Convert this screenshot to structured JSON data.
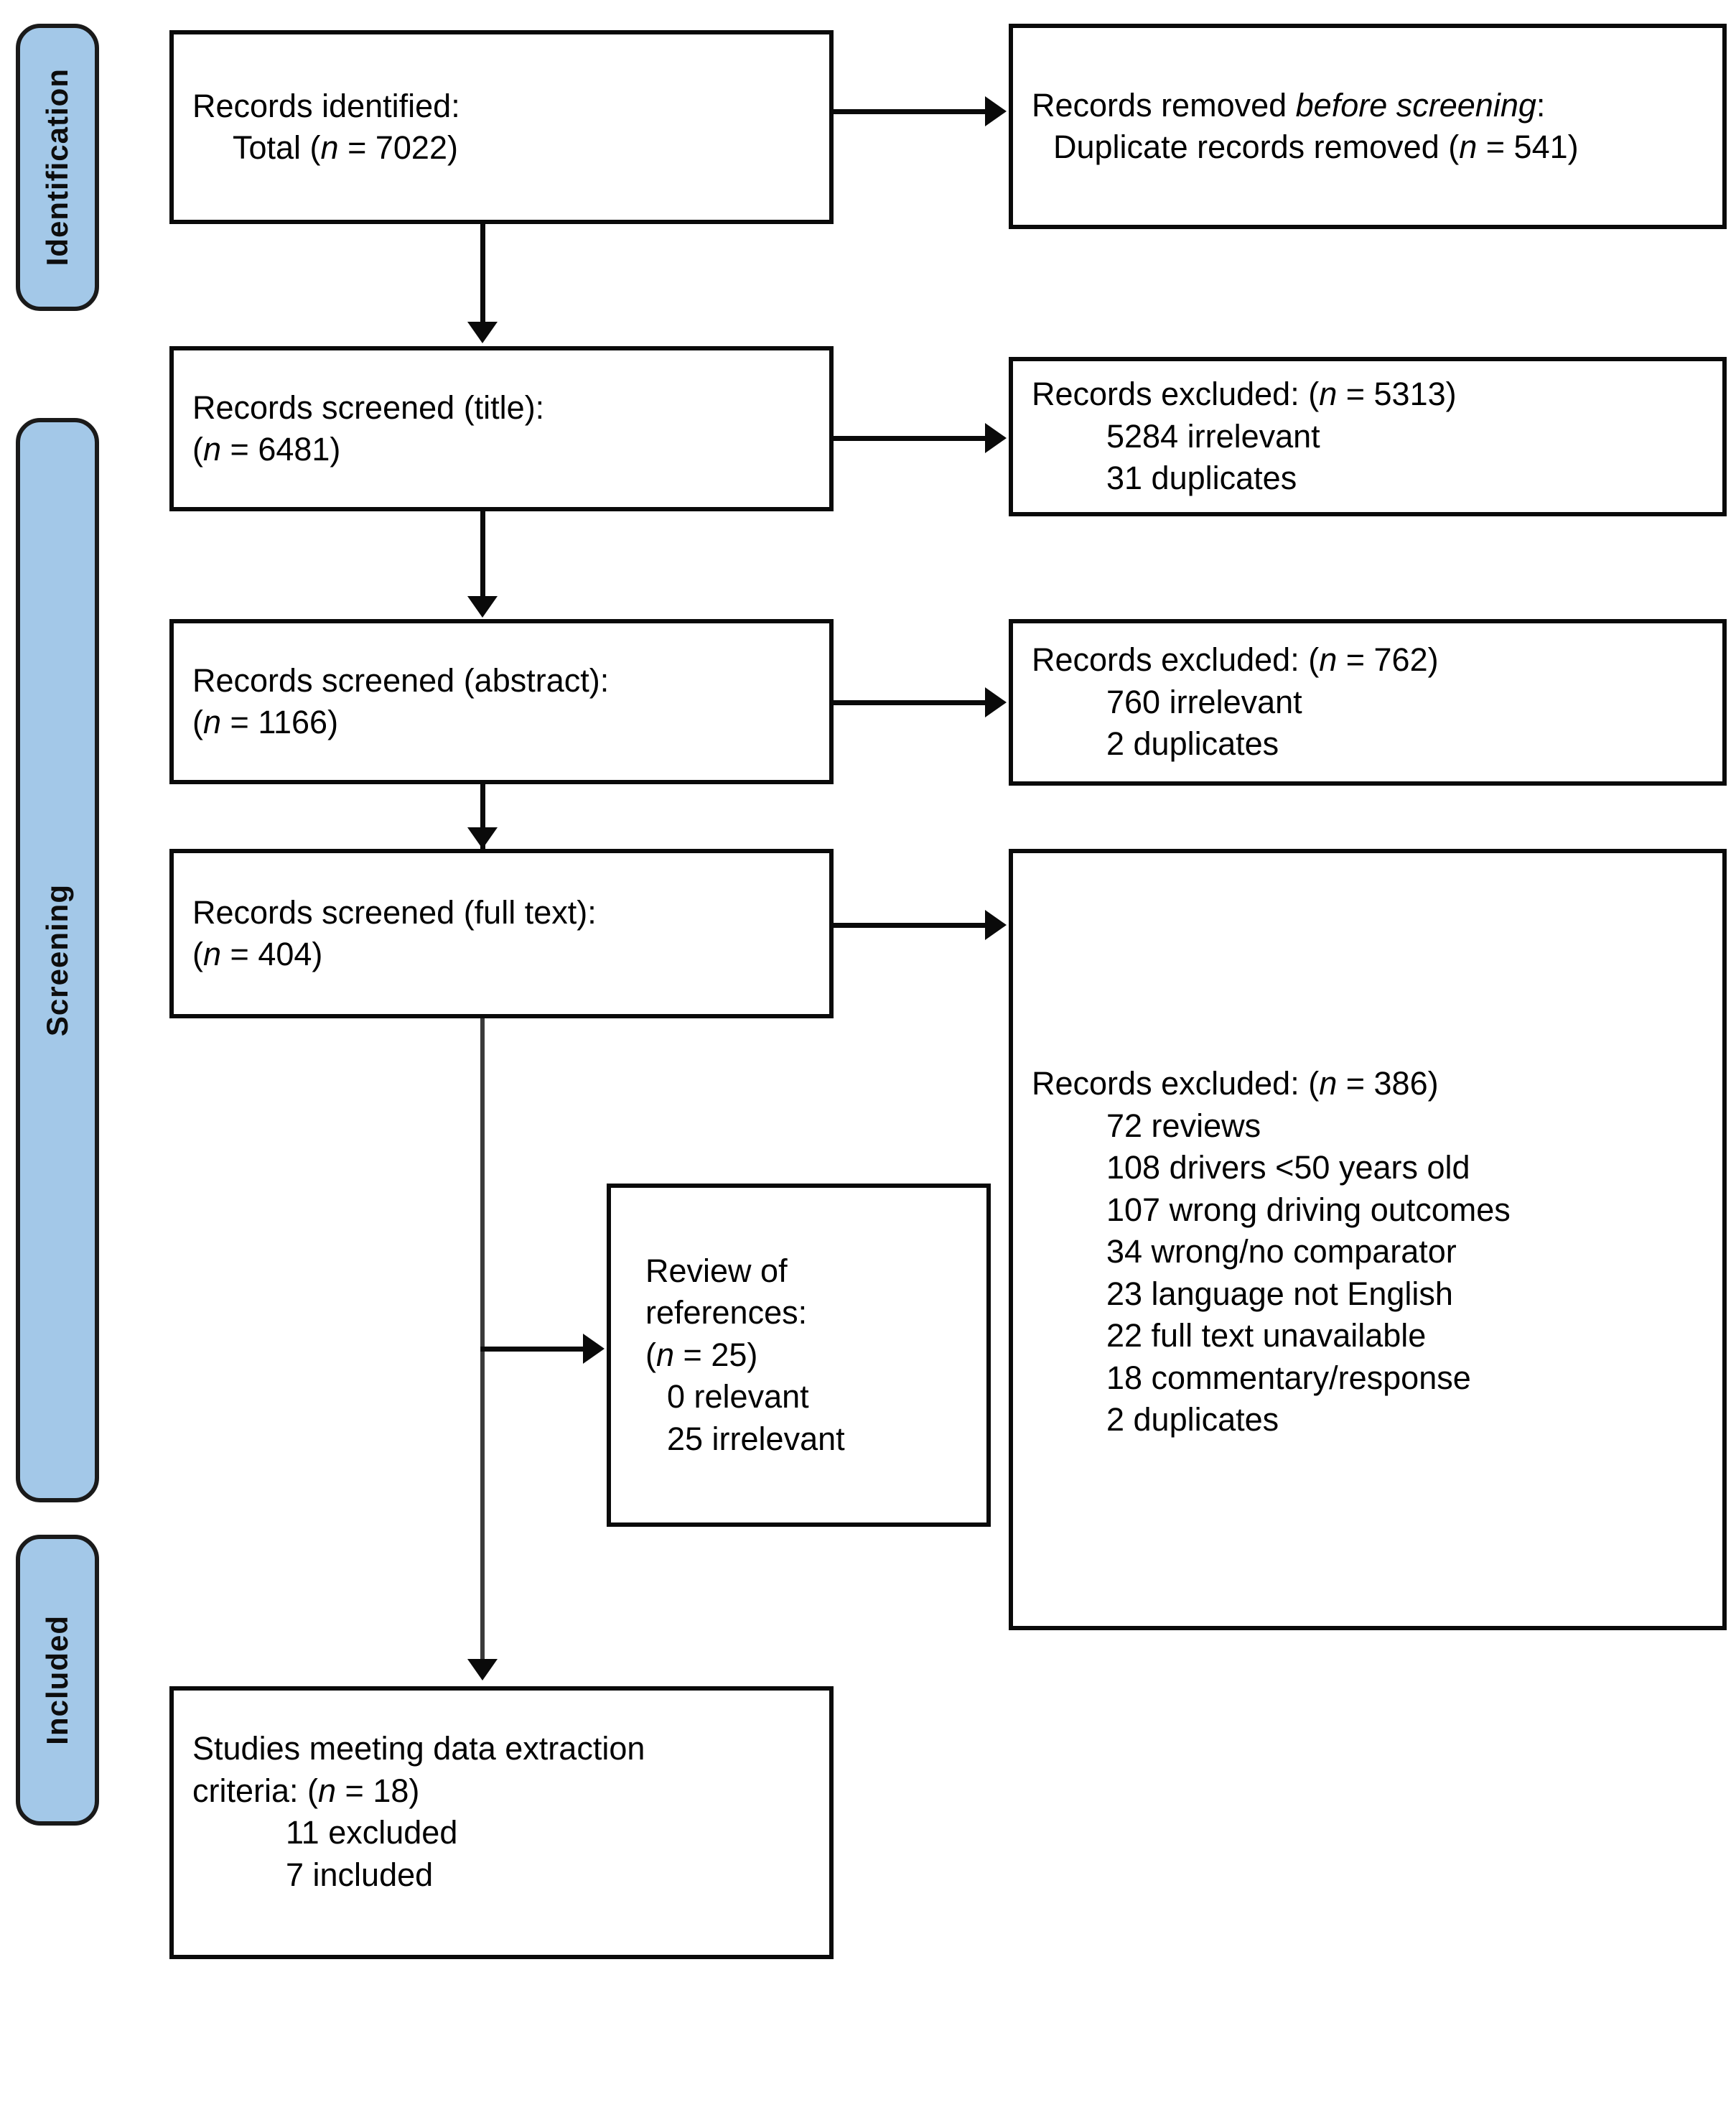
{
  "diagram": {
    "type": "prisma-flow-diagram",
    "accent_color": "#a3c8e8",
    "line_color": "#0a0a0a"
  },
  "phases": [
    {
      "key": "identification",
      "label": "Identification"
    },
    {
      "key": "screening",
      "label": "Screening"
    },
    {
      "key": "included",
      "label": "Included"
    }
  ],
  "boxes": {
    "identified": {
      "l1": "Records identified:",
      "l2": "Total (",
      "l2_italic": "n",
      "l2_end": " = 7022)"
    },
    "removed_before_screening": {
      "l1a": "Records removed ",
      "l1_italic": "before screening",
      "l1b": ":",
      "l2a": "Duplicate records removed (",
      "l2_italic": "n",
      "l2b": " = 541)"
    },
    "screened_title": {
      "l1": "Records screened (title):",
      "l2a": "(",
      "l2_italic": "n",
      "l2b": " = 6481)"
    },
    "excluded_title": {
      "l1a": "Records excluded: (",
      "l1_italic": "n",
      "l1b": " = 5313)",
      "l2": "5284 irrelevant",
      "l3": "31 duplicates"
    },
    "screened_abstract": {
      "l1": "Records screened (abstract):",
      "l2a": "(",
      "l2_italic": "n",
      "l2b": " = 1166)"
    },
    "excluded_abstract": {
      "l1a": "Records excluded: (",
      "l1_italic": "n",
      "l1b": " = 762)",
      "l2": "760 irrelevant",
      "l3": "2 duplicates"
    },
    "screened_fulltext": {
      "l1": "Records screened (full text):",
      "l2a": "(",
      "l2_italic": "n",
      "l2b": " = 404)"
    },
    "excluded_fulltext": {
      "l1a": "Records excluded: (",
      "l1_italic": "n",
      "l1b": " = 386)",
      "reasons": [
        "72 reviews",
        "108 drivers <50 years old",
        "107 wrong driving outcomes",
        "34 wrong/no comparator",
        "23 language not English",
        "22 full text unavailable",
        "18 commentary/response",
        "2 duplicates"
      ]
    },
    "review_of_references": {
      "l1": "Review of",
      "l2": "references:",
      "l3a": "(",
      "l3_italic": "n",
      "l3b": " = 25)",
      "l4": "0 relevant",
      "l5": "25 irrelevant"
    },
    "included_studies": {
      "l1": "Studies meeting data extraction",
      "l2a": "criteria: (",
      "l2_italic": "n",
      "l2b": " = 18)",
      "l3": "11 excluded",
      "l4": "7 included"
    }
  }
}
